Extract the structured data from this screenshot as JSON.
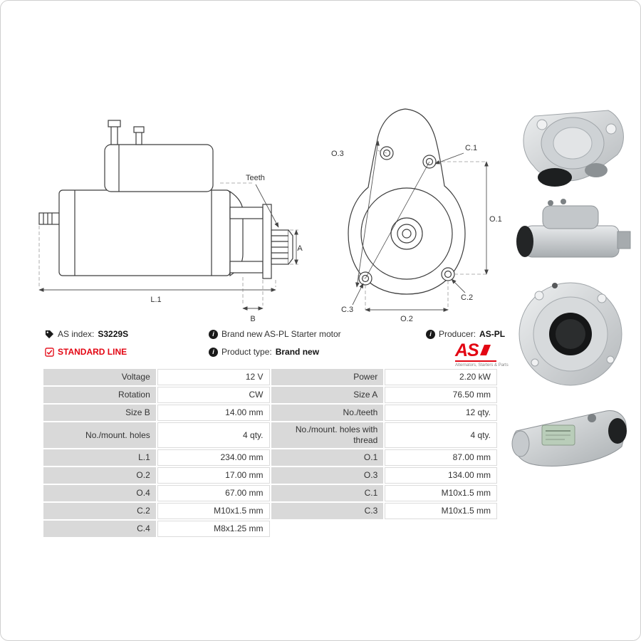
{
  "info": {
    "as_index_label": "AS index:",
    "as_index_value": "S3229S",
    "standard_line": "STANDARD LINE",
    "brand_new_text": "Brand new AS-PL Starter motor",
    "product_type_label": "Product type:",
    "product_type_value": "Brand new",
    "producer_label": "Producer:",
    "producer_value": "AS-PL",
    "logo_text": "AS",
    "logo_subtext": "Alternators, Starters & Parts"
  },
  "colors": {
    "accent_red": "#e30613",
    "table_label_bg": "#d9d9d9"
  },
  "diagram": {
    "teeth": "Teeth",
    "a": "A",
    "b": "B",
    "l1": "L.1",
    "o1": "O.1",
    "o2": "O.2",
    "o3": "O.3",
    "c1": "C.1",
    "c2": "C.2",
    "c3": "C.3"
  },
  "table": {
    "rows": [
      {
        "l1": "Voltage",
        "v1": "12 V",
        "l2": "Power",
        "v2": "2.20 kW"
      },
      {
        "l1": "Rotation",
        "v1": "CW",
        "l2": "Size A",
        "v2": "76.50 mm"
      },
      {
        "l1": "Size B",
        "v1": "14.00 mm",
        "l2": "No./teeth",
        "v2": "12 qty."
      },
      {
        "l1": "No./mount. holes",
        "v1": "4 qty.",
        "l2": "No./mount. holes with thread",
        "v2": "4 qty."
      },
      {
        "l1": "L.1",
        "v1": "234.00 mm",
        "l2": "O.1",
        "v2": "87.00 mm"
      },
      {
        "l1": "O.2",
        "v1": "17.00 mm",
        "l2": "O.3",
        "v2": "134.00 mm"
      },
      {
        "l1": "O.4",
        "v1": "67.00 mm",
        "l2": "C.1",
        "v2": "M10x1.5 mm"
      },
      {
        "l1": "C.2",
        "v1": "M10x1.5 mm",
        "l2": "C.3",
        "v2": "M10x1.5 mm"
      },
      {
        "l1": "C.4",
        "v1": "M8x1.25 mm",
        "l2": null,
        "v2": null
      }
    ]
  }
}
